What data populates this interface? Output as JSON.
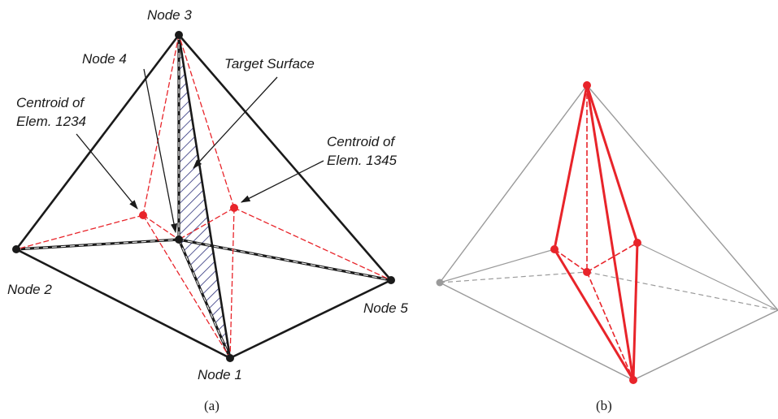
{
  "panel_a": {
    "caption": "(a)",
    "labels": {
      "node1": "Node 1",
      "node2": "Node 2",
      "node3": "Node 3",
      "node4": "Node 4",
      "node5": "Node 5",
      "target_surface": "Target Surface",
      "centroid_1234_line1": "Centroid of",
      "centroid_1234_line2": "Elem. 1234",
      "centroid_1345_line1": "Centroid of",
      "centroid_1345_line2": "Elem. 1345"
    }
  },
  "panel_b": {
    "caption": "(b)"
  },
  "colors": {
    "edge": "#1a1a1a",
    "dual": "#e8242a",
    "hatch": "#2b2f7a",
    "faint": "#9a9a9a"
  }
}
